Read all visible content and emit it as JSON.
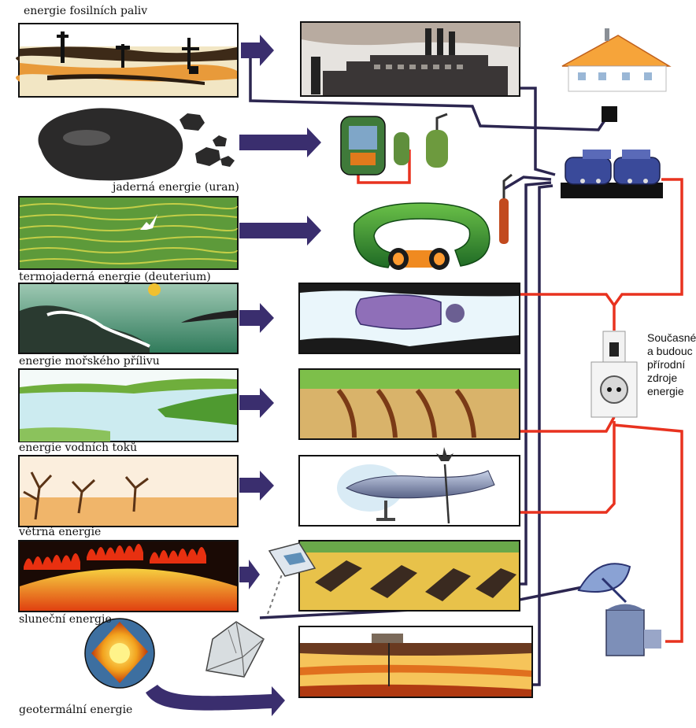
{
  "labels": {
    "fossil": "energie fosilních paliv",
    "nuclear": "jaderná energie (uran)",
    "fusion": "termojaderná energie (deuterium)",
    "tidal": "energie mořského přílivu",
    "hydro": "energie vodních toků",
    "wind": "větrná energie",
    "solar": "sluneční energie",
    "geothermal": "geotermální energie"
  },
  "side_note": "Současné\na budouc\npřírodní\nzdroje\nenergie",
  "colors": {
    "arrow": "#3a2e6e",
    "cable_dark": "#2c2650",
    "cable_red": "#e8321f",
    "frame": "#111111"
  }
}
